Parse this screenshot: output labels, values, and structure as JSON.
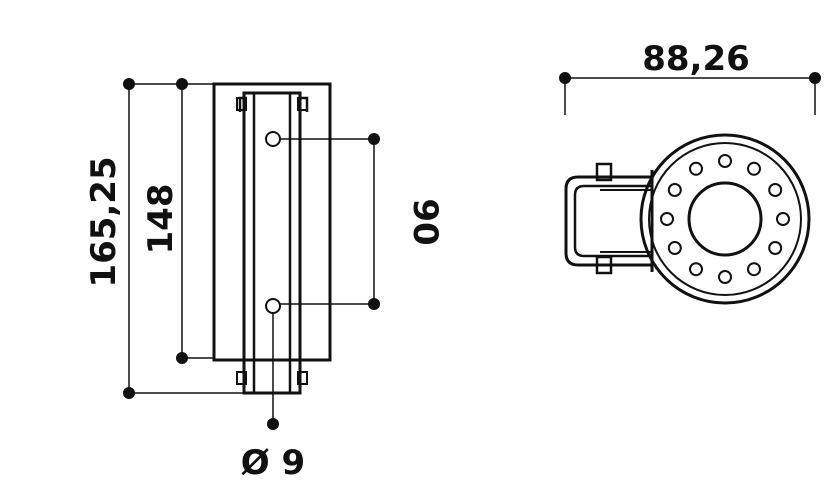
{
  "dimensions": {
    "overall_height": "165,25",
    "body_height": "148",
    "hole_spacing": "90",
    "hole_diameter": "Ø 9",
    "top_width": "88,26"
  },
  "colors": {
    "line": "#111111",
    "background": "#ffffff"
  }
}
